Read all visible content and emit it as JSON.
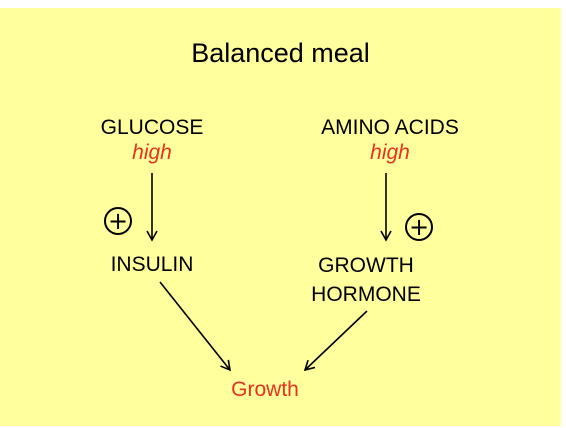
{
  "title": "Balanced meal",
  "nodes": {
    "glucose": {
      "label": "GLUCOSE",
      "level": "high"
    },
    "amino_acids": {
      "label": "AMINO ACIDS",
      "level": "high"
    },
    "insulin": {
      "label": "INSULIN"
    },
    "growth_hormone": {
      "line1": "GROWTH",
      "line2": "HORMONE"
    },
    "growth": {
      "label": "Growth"
    }
  },
  "stimulation_symbol": "+",
  "colors": {
    "background": "#ffff9e",
    "accent": "#e8311f",
    "text": "#000000"
  }
}
